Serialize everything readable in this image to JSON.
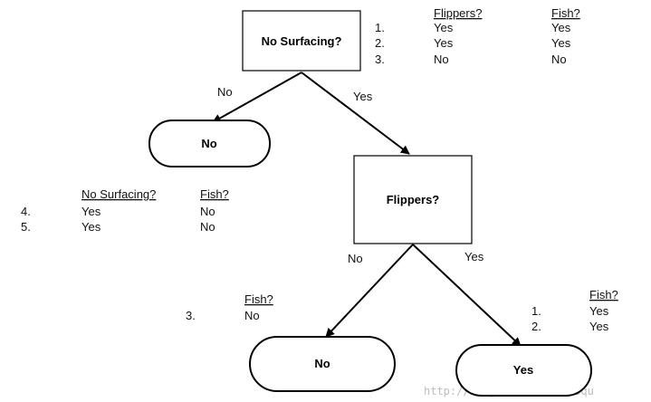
{
  "nodes": {
    "root": "No Surfacing?",
    "leaf_left": "No",
    "mid": "Flippers?",
    "leaf_bottom_left": "No",
    "leaf_bottom_right": "Yes"
  },
  "edges": {
    "root_left": "No",
    "root_right": "Yes",
    "mid_left": "No",
    "mid_right": "Yes"
  },
  "tables": {
    "top_right": {
      "headers": [
        "Flippers?",
        "Fish?"
      ],
      "rows": [
        {
          "n": "1.",
          "a": "Yes",
          "b": "Yes"
        },
        {
          "n": "2.",
          "a": "Yes",
          "b": "Yes"
        },
        {
          "n": "3.",
          "a": "No",
          "b": "No"
        }
      ]
    },
    "left": {
      "headers": [
        "No Surfacing?",
        "Fish?"
      ],
      "rows": [
        {
          "n": "4.",
          "a": "Yes",
          "b": "No"
        },
        {
          "n": "5.",
          "a": "Yes",
          "b": "No"
        }
      ]
    },
    "bottom_mid": {
      "header": "Fish?",
      "rows": [
        {
          "n": "3.",
          "a": "No"
        }
      ]
    },
    "bottom_right": {
      "header": "Fish?",
      "rows": [
        {
          "n": "1.",
          "a": "Yes"
        },
        {
          "n": "2.",
          "a": "Yes"
        }
      ]
    }
  },
  "watermark": "http://blog.csdn.net/cuoqu"
}
